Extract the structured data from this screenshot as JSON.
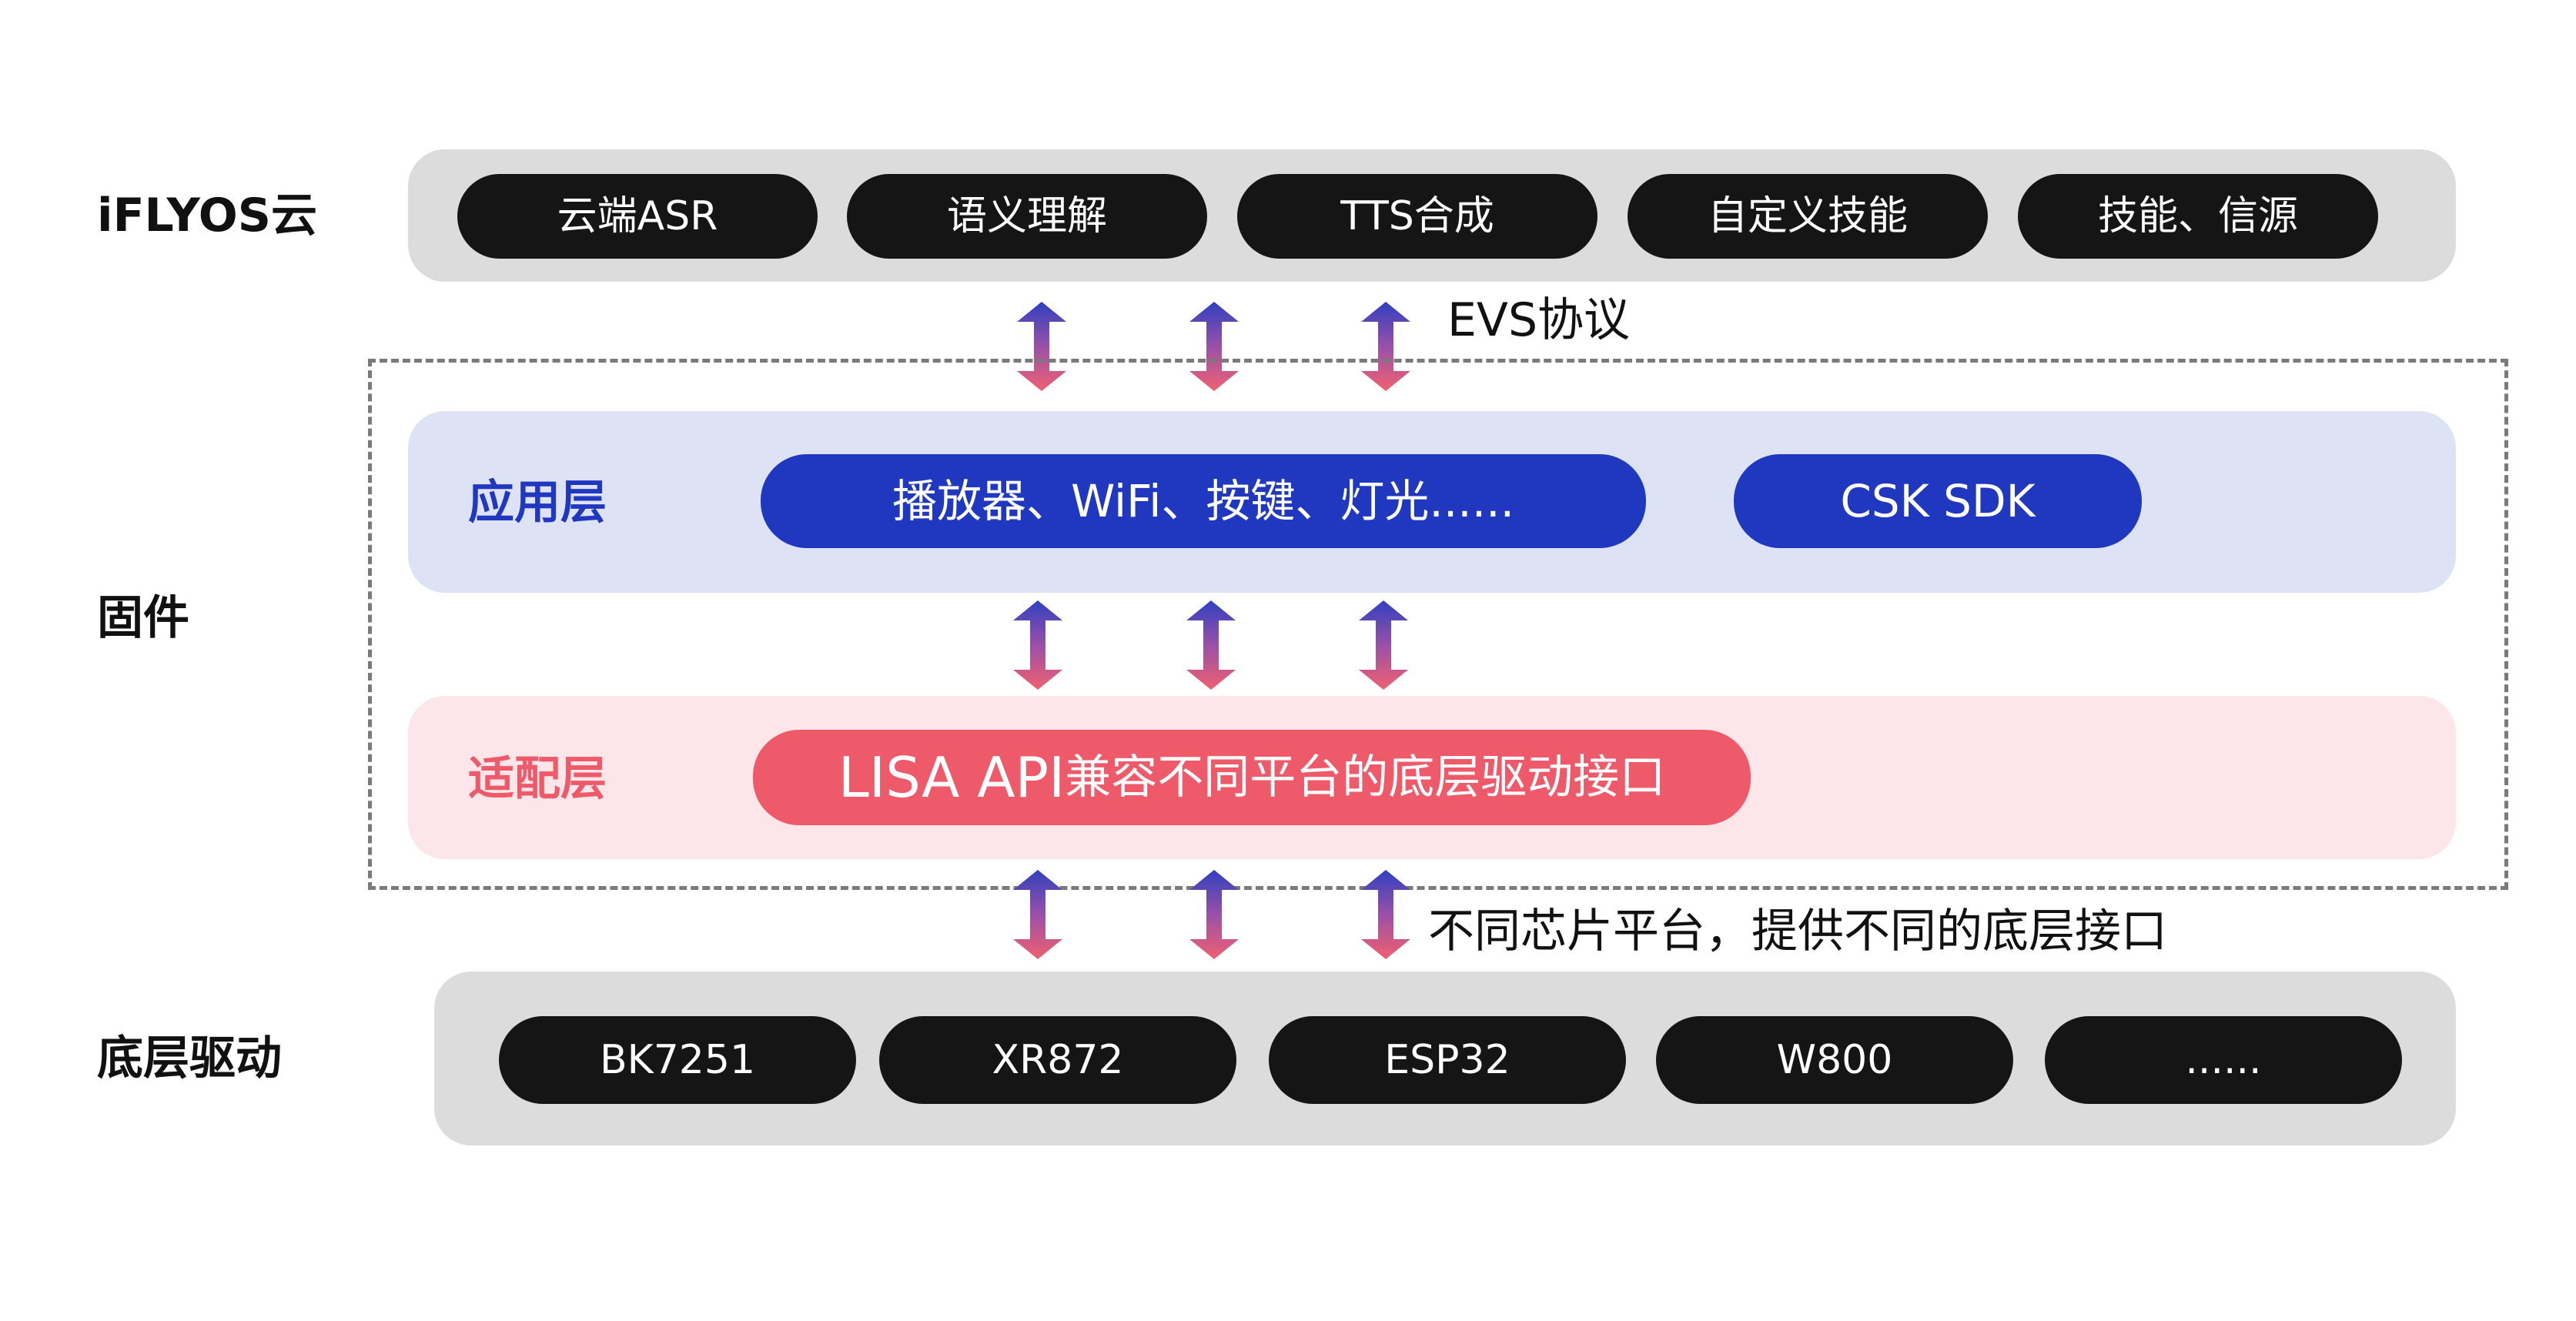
{
  "labels": {
    "cloud": "iFLYOS云",
    "firmware": "固件",
    "driver": "底层驱动"
  },
  "cloud": {
    "items": [
      "云端ASR",
      "语义理解",
      "TTS合成",
      "自定义技能",
      "技能、信源"
    ]
  },
  "protocol_note": "EVS协议",
  "app_layer": {
    "name": "应用层",
    "pill_main": "播放器、WiFi、按键、灯光......",
    "pill_sdk": "CSK SDK"
  },
  "adapt_layer": {
    "name": "适配层",
    "pill_api": "LISA API",
    "pill_desc": "兼容不同平台的底层驱动接口"
  },
  "platform_note": "不同芯片平台，提供不同的底层接口",
  "drivers": {
    "items": [
      "BK7251",
      "XR872",
      "ESP32",
      "W800",
      "......"
    ]
  },
  "colors": {
    "app_accent": "#2038c0",
    "adapt_accent": "#ef5a6a",
    "arrow_top": "#3040c0",
    "arrow_bottom": "#f06070",
    "panel_gray": "#dcdcdc"
  }
}
